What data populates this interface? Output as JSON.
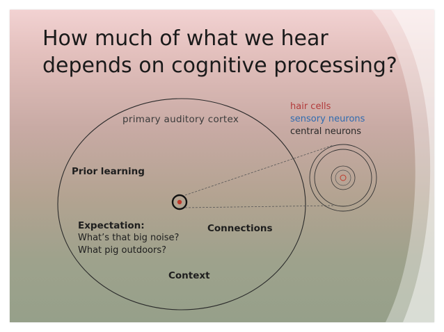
{
  "slide": {
    "title": "How much of what we hear depends on cognitive processing?"
  },
  "diagram": {
    "cortex_label": "primary auditory cortex",
    "legend": {
      "hair_cells": "hair cells",
      "sensory_neurons": "sensory neurons",
      "central_neurons": "central neurons"
    },
    "labels": {
      "prior_learning": "Prior learning",
      "expectation_heading": "Expectation:",
      "expectation_line1": "What’s that big noise?",
      "expectation_line2": "What pig outdoors?",
      "connections": "Connections",
      "context": "Context"
    }
  },
  "colors": {
    "hair_cells": "#b23a3a",
    "sensory_neurons": "#2f6bb0",
    "central_neurons": "#2a2a2a",
    "focus_dot": "#c0392b"
  }
}
